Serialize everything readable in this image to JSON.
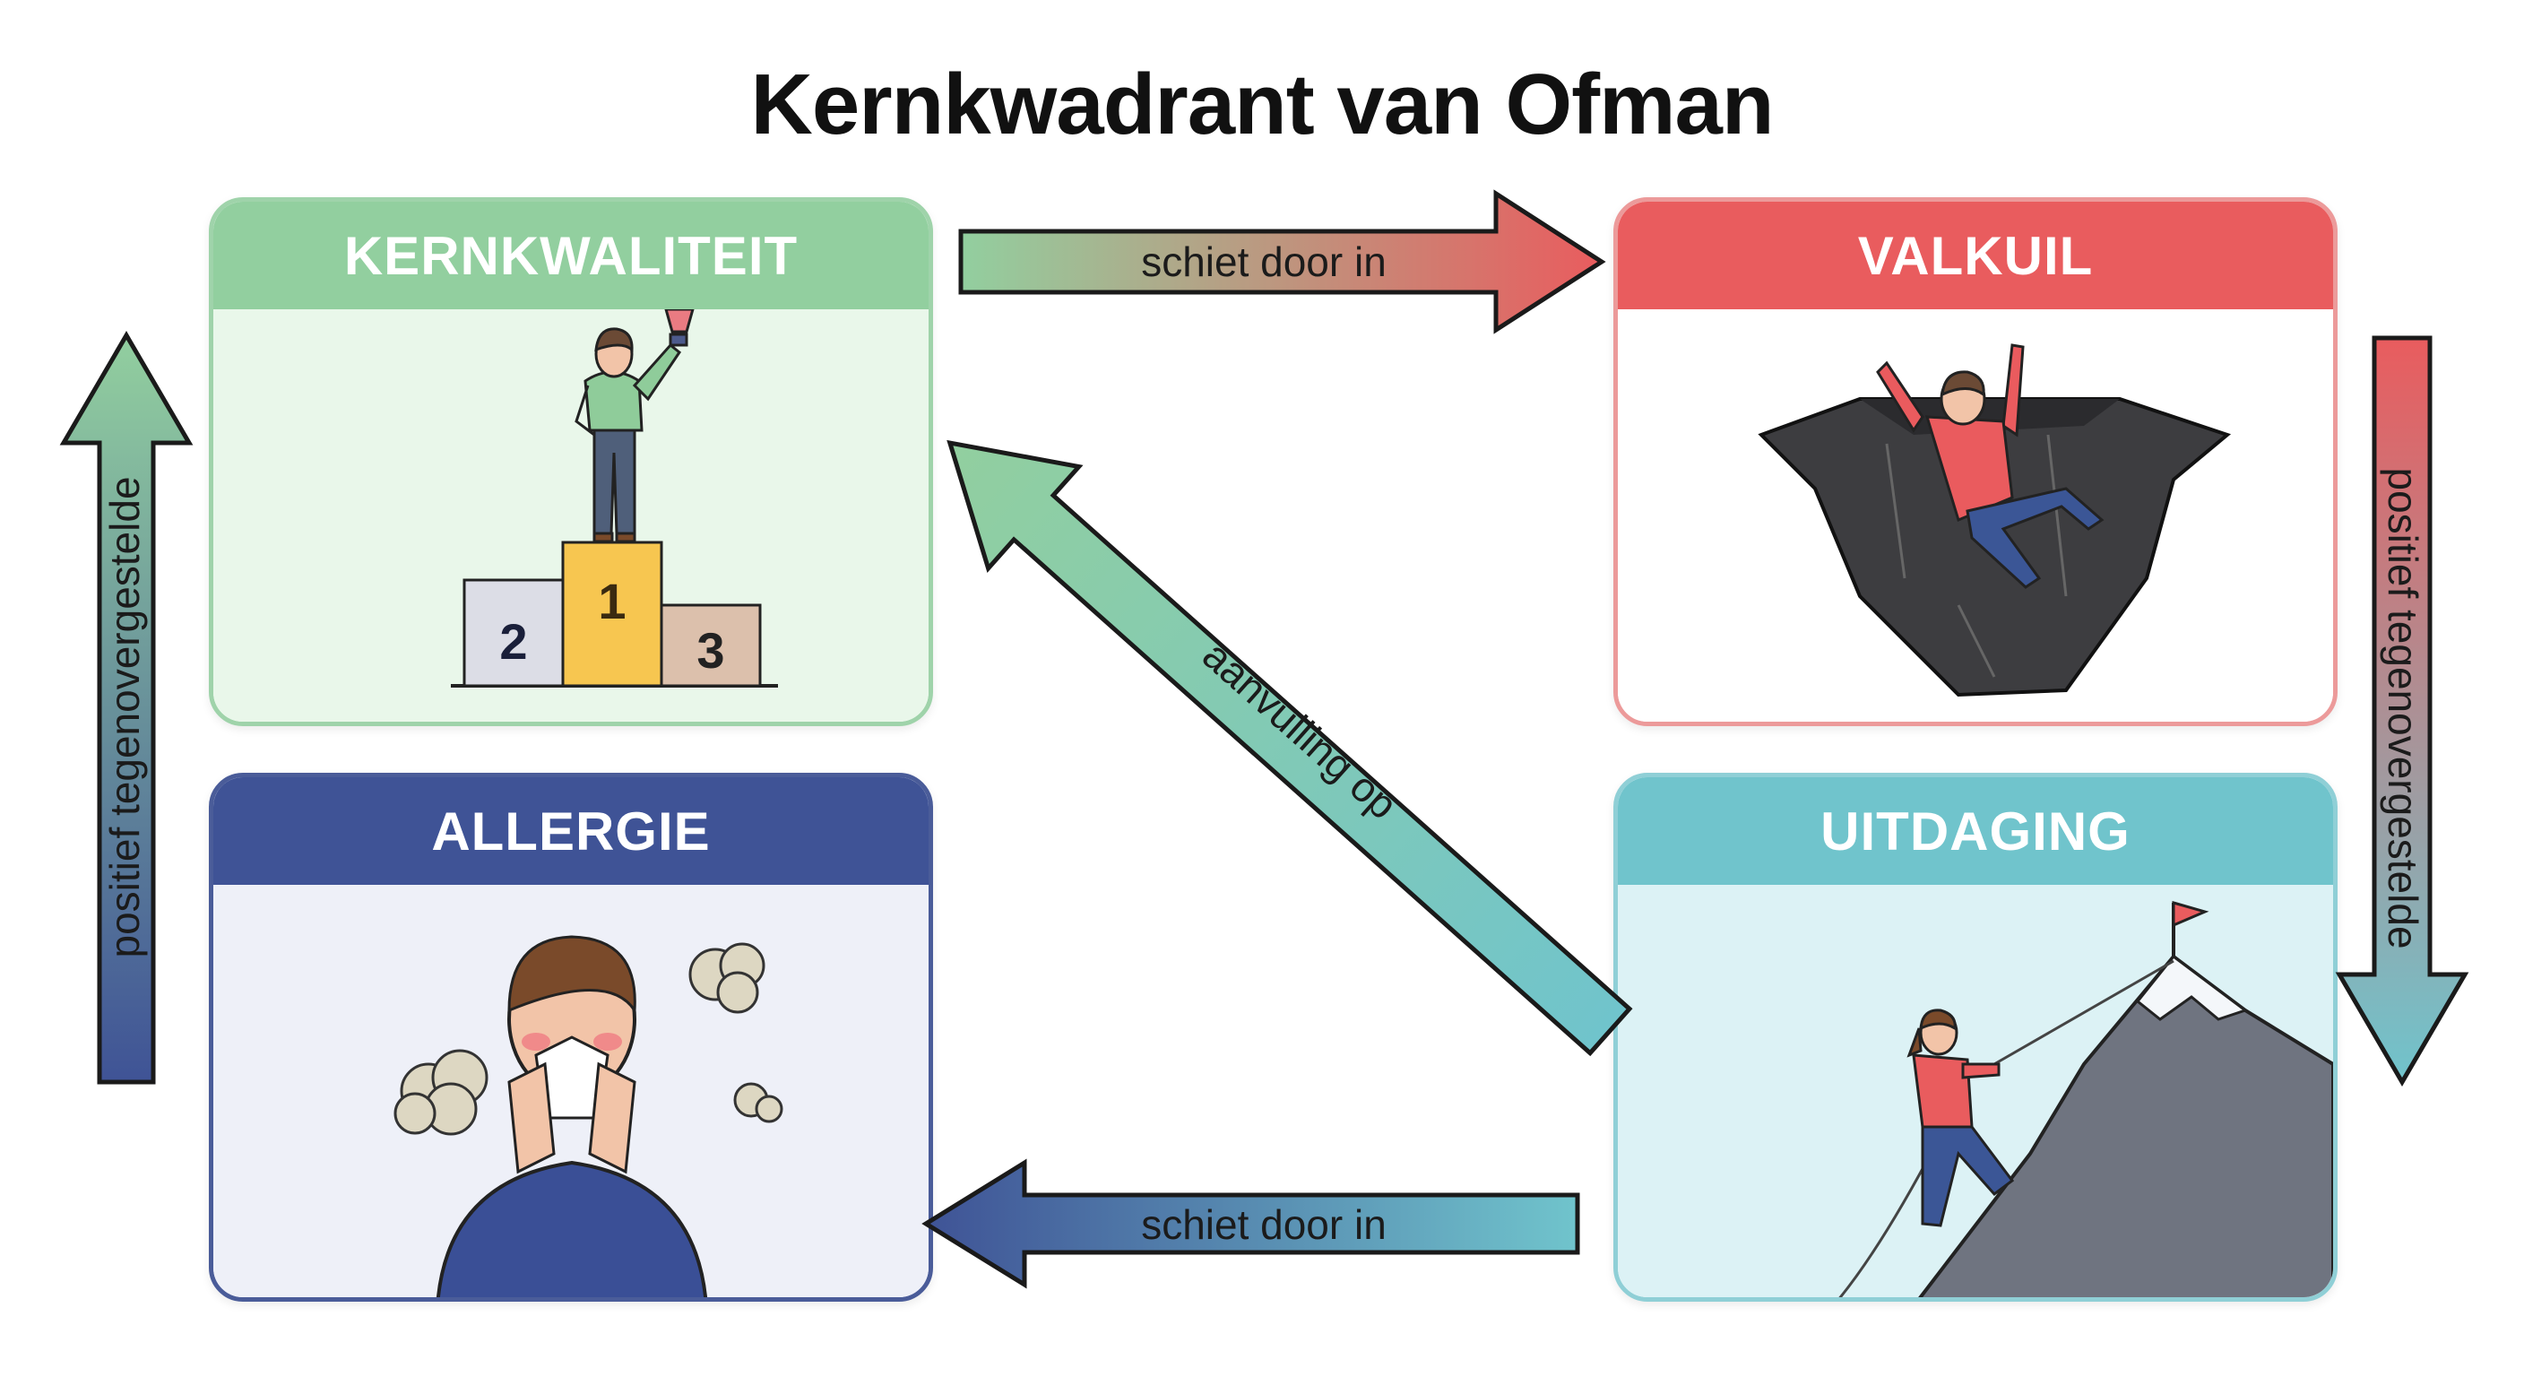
{
  "title": "Kernkwadrant van Ofman",
  "quadrants": {
    "kernkwaliteit": {
      "label": "KERNKWALITEIT",
      "color": "#92cf9f",
      "illustration": "person-on-podium-with-trophy",
      "podium": [
        "2",
        "1",
        "3"
      ]
    },
    "valkuil": {
      "label": "VALKUIL",
      "color": "#e95c5e",
      "illustration": "person-falling-into-pit"
    },
    "allergie": {
      "label": "ALLERGIE",
      "color": "#3f5396",
      "illustration": "person-sneezing"
    },
    "uitdaging": {
      "label": "UITDAGING",
      "color": "#70c4cc",
      "illustration": "person-climbing-mountain-to-flag"
    }
  },
  "arrows": {
    "top": {
      "label": "schiet door in",
      "from": "KERNKWALITEIT",
      "to": "VALKUIL"
    },
    "right": {
      "label": "positief tegenovergestelde",
      "from": "VALKUIL",
      "to": "UITDAGING"
    },
    "diagonal": {
      "label": "aanvulling op",
      "from": "UITDAGING",
      "to": "KERNKWALITEIT"
    },
    "bottom": {
      "label": "schiet door in",
      "from": "UITDAGING",
      "to": "ALLERGIE"
    },
    "left": {
      "label": "positief tegenovergestelde",
      "from": "ALLERGIE",
      "to": "KERNKWALITEIT"
    }
  }
}
